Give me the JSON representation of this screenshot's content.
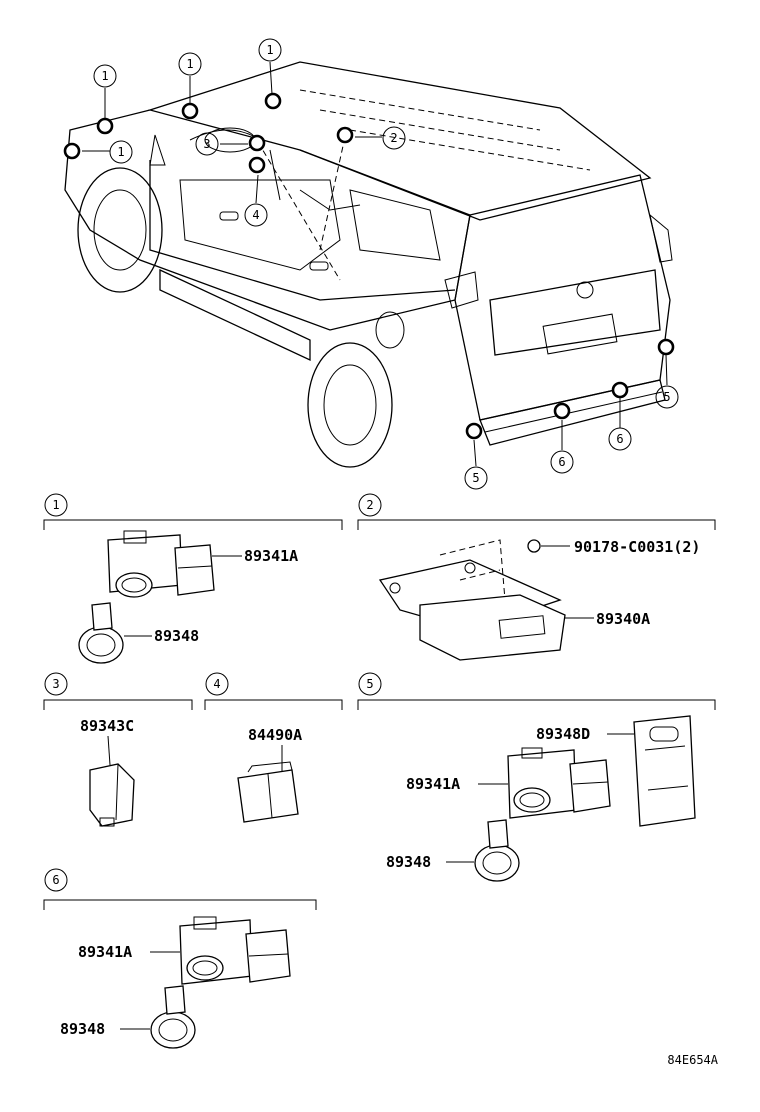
{
  "diagram": {
    "reference_code": "84E654A",
    "vehicle_callouts": [
      {
        "num": "1"
      },
      {
        "num": "1"
      },
      {
        "num": "1"
      },
      {
        "num": "1"
      },
      {
        "num": "2"
      },
      {
        "num": "3"
      },
      {
        "num": "4"
      },
      {
        "num": "5"
      },
      {
        "num": "5"
      },
      {
        "num": "6"
      },
      {
        "num": "6"
      }
    ],
    "sections": [
      {
        "num": "1",
        "parts": [
          "89341A",
          "89348"
        ]
      },
      {
        "num": "2",
        "parts": [
          "90178-C0031(2)",
          "89340A"
        ]
      },
      {
        "num": "3",
        "parts": [
          "89343C"
        ]
      },
      {
        "num": "4",
        "parts": [
          "84490A"
        ]
      },
      {
        "num": "5",
        "parts": [
          "89348D",
          "89341A",
          "89348"
        ]
      },
      {
        "num": "6",
        "parts": [
          "89341A",
          "89348"
        ]
      }
    ]
  }
}
